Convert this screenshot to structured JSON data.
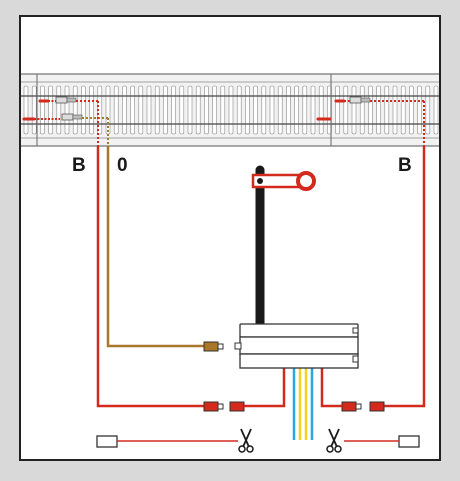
{
  "labels": {
    "left_rail": "B",
    "center_rail": "0",
    "right_rail": "B"
  },
  "components": {
    "track": "track-section",
    "signal": "semaphore-signal",
    "decoder": "signal-base-module",
    "scissors_left": "scissors-icon",
    "scissors_right": "scissors-icon"
  },
  "colors": {
    "background": "#d9d9d9",
    "panel": "#ffffff",
    "frame": "#222222",
    "red_wire": "#d42a1e",
    "brown_wire": "#a8772a",
    "blue_wire": "#2aa6e0",
    "yellow_wire": "#f2d21e",
    "mast": "#1a1a1a",
    "sleeper": "#c8c8c8"
  }
}
